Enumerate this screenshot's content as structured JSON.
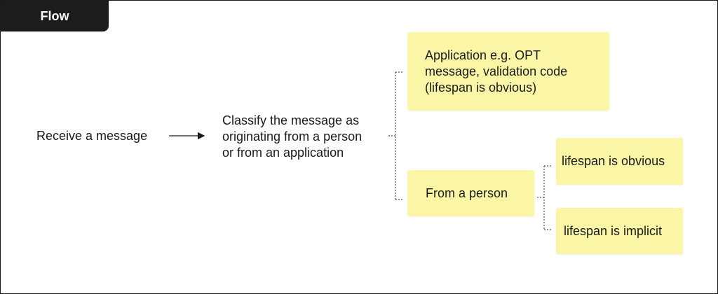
{
  "header": {
    "tab_label": "Flow"
  },
  "flow": {
    "start": "Receive a message",
    "classify": {
      "lines": [
        "Classify the message as",
        "originating from a person",
        "or from an application"
      ]
    },
    "application": {
      "lines": [
        "Application e.g. OPT",
        "message, validation code",
        "(lifespan is obvious)"
      ]
    },
    "person": {
      "label": "From a person"
    },
    "person_obvious": {
      "label": "lifespan is obvious"
    },
    "person_implicit": {
      "label": "lifespan is implicit"
    }
  },
  "colors": {
    "sticky": "#fbf6a6",
    "header": "#1c1c1c",
    "connector": "#555555"
  }
}
